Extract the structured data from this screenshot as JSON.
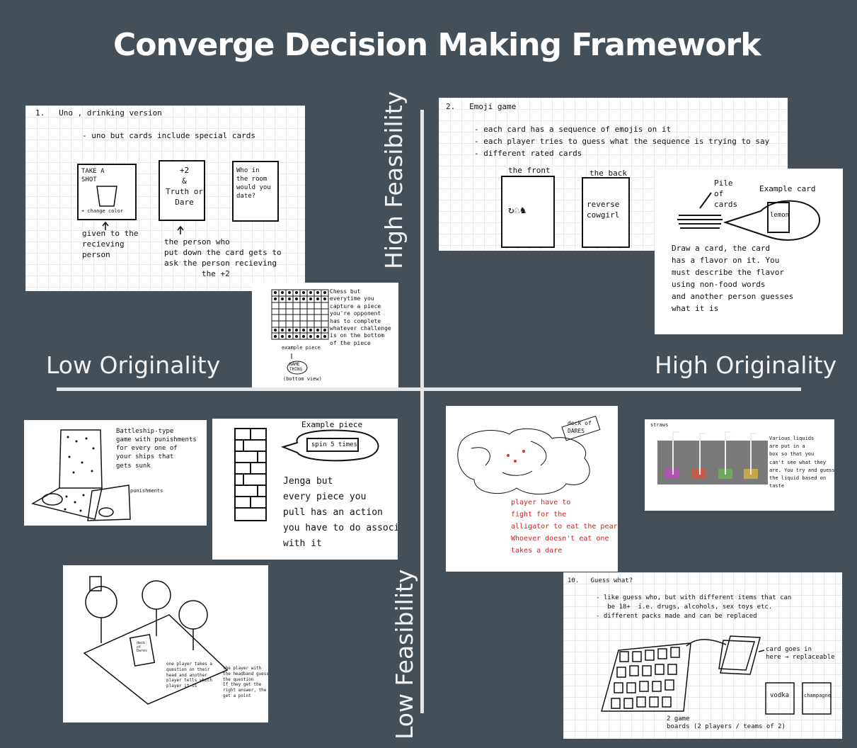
{
  "title": "Converge Decision Making Framework",
  "axes": {
    "top": "High Feasibility",
    "bottom": "Low Feasibility",
    "left": "Low Originality",
    "right": "High Originality"
  },
  "cards": {
    "uno": {
      "heading": "1.   Uno , drinking version",
      "line1": "- uno but cards include special cards",
      "card1": "TAKE A\nSHOT",
      "card1_note": "+ change color",
      "card2": "+2\n&\nTruth or\nDare",
      "card3": "Who in\nthe room\nwould you\ndate?",
      "note1": "given to the\nrecieving\nperson",
      "note2": "the person who\nput down the card gets to\nask the person recieving\n        the +2"
    },
    "chess": {
      "text": "Chess but\neverytime you\ncapture a piece\nyou're opponent\nhas to complete\nwhatever challenge\nis on the bottom\nof the piece",
      "example": "example piece",
      "piece": "NAME\nTHING",
      "bottom": "(bottom view)"
    },
    "emoji": {
      "heading": "2.   Emoji game",
      "line1": "- each card has a sequence of emojis on it",
      "line2": "- each player tries to guess what the sequence is trying to say",
      "line3": "- different rated cards",
      "front_label": "the front",
      "back_label": "the back",
      "front_card": "↻♘♞",
      "back_card": "reverse\ncowgirl"
    },
    "flavor": {
      "pile": "Pile\nof\ncards",
      "example": "Example card",
      "card_text": "lemon",
      "text": "Draw a card, the card\nhas a flavor on it. You\nmust describe the flavor\nusing non-food words\nand another person guesses\nwhat it is"
    },
    "battleship": {
      "text": "Battleship-type\ngame with punishments\nfor every one of\nyour ships that\ngets sunk",
      "punish": "punishments"
    },
    "jenga": {
      "example": "Example piece",
      "bubble": "spin 5 times",
      "text": "Jenga but\nevery piece you\npull has an action\nyou have to do associated\nwith it"
    },
    "gator": {
      "deck": "deck of\nDARES",
      "text": "player have to\nfight for the\nalligator to eat the pearls\nWhoever doesn't eat one\ntakes a dare"
    },
    "straws": {
      "label": "straws",
      "text": "Various liquids\nare put in a\nbox so that you\ncan't see what they\nare. You try and guess\nthe liquid based on\ntaste"
    },
    "heads": {
      "deck": "deck\nof\nDares",
      "text1": "one player takes a\nquestion on their\nhead and another\nplayer tells which\nplayer it is",
      "text2": "the player with\nthe headband guesses\nthe question\nIf they get the\nright answer, the\nget a point"
    },
    "guess": {
      "heading": "10.   Guess what?",
      "line1": "- like guess who, but with different items that can",
      "line2": "   be 18+  i.e. drugs, alcohols, sex toys etc.",
      "line3": "- different packs made and can be replaced",
      "card_note": "card goes in\nhere → replaceable",
      "vodka": "vodka",
      "champagne": "champagne",
      "boards": "2 game\nboards (2 players / teams of 2)"
    }
  }
}
